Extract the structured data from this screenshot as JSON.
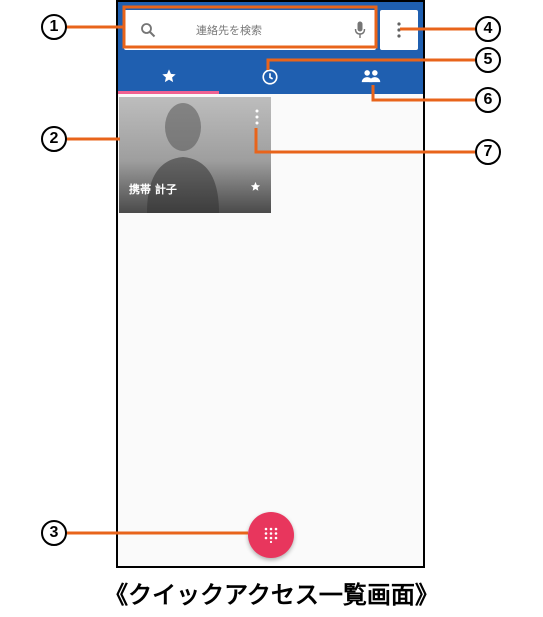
{
  "search": {
    "placeholder": "連絡先を検索"
  },
  "tabs": [
    {
      "icon": "star-icon",
      "selected": true
    },
    {
      "icon": "clock-icon",
      "selected": false
    },
    {
      "icon": "people-icon",
      "selected": false
    }
  ],
  "favorite_contact": {
    "name": "携帯 計子"
  },
  "callouts": [
    "1",
    "2",
    "3",
    "4",
    "5",
    "6",
    "7"
  ],
  "caption": "《クイックアクセス一覧画面》",
  "colors": {
    "appbar": "#1f5fb0",
    "tab_indicator": "#f06292",
    "fab": "#e8365d",
    "callout_line": "#e8641b"
  }
}
